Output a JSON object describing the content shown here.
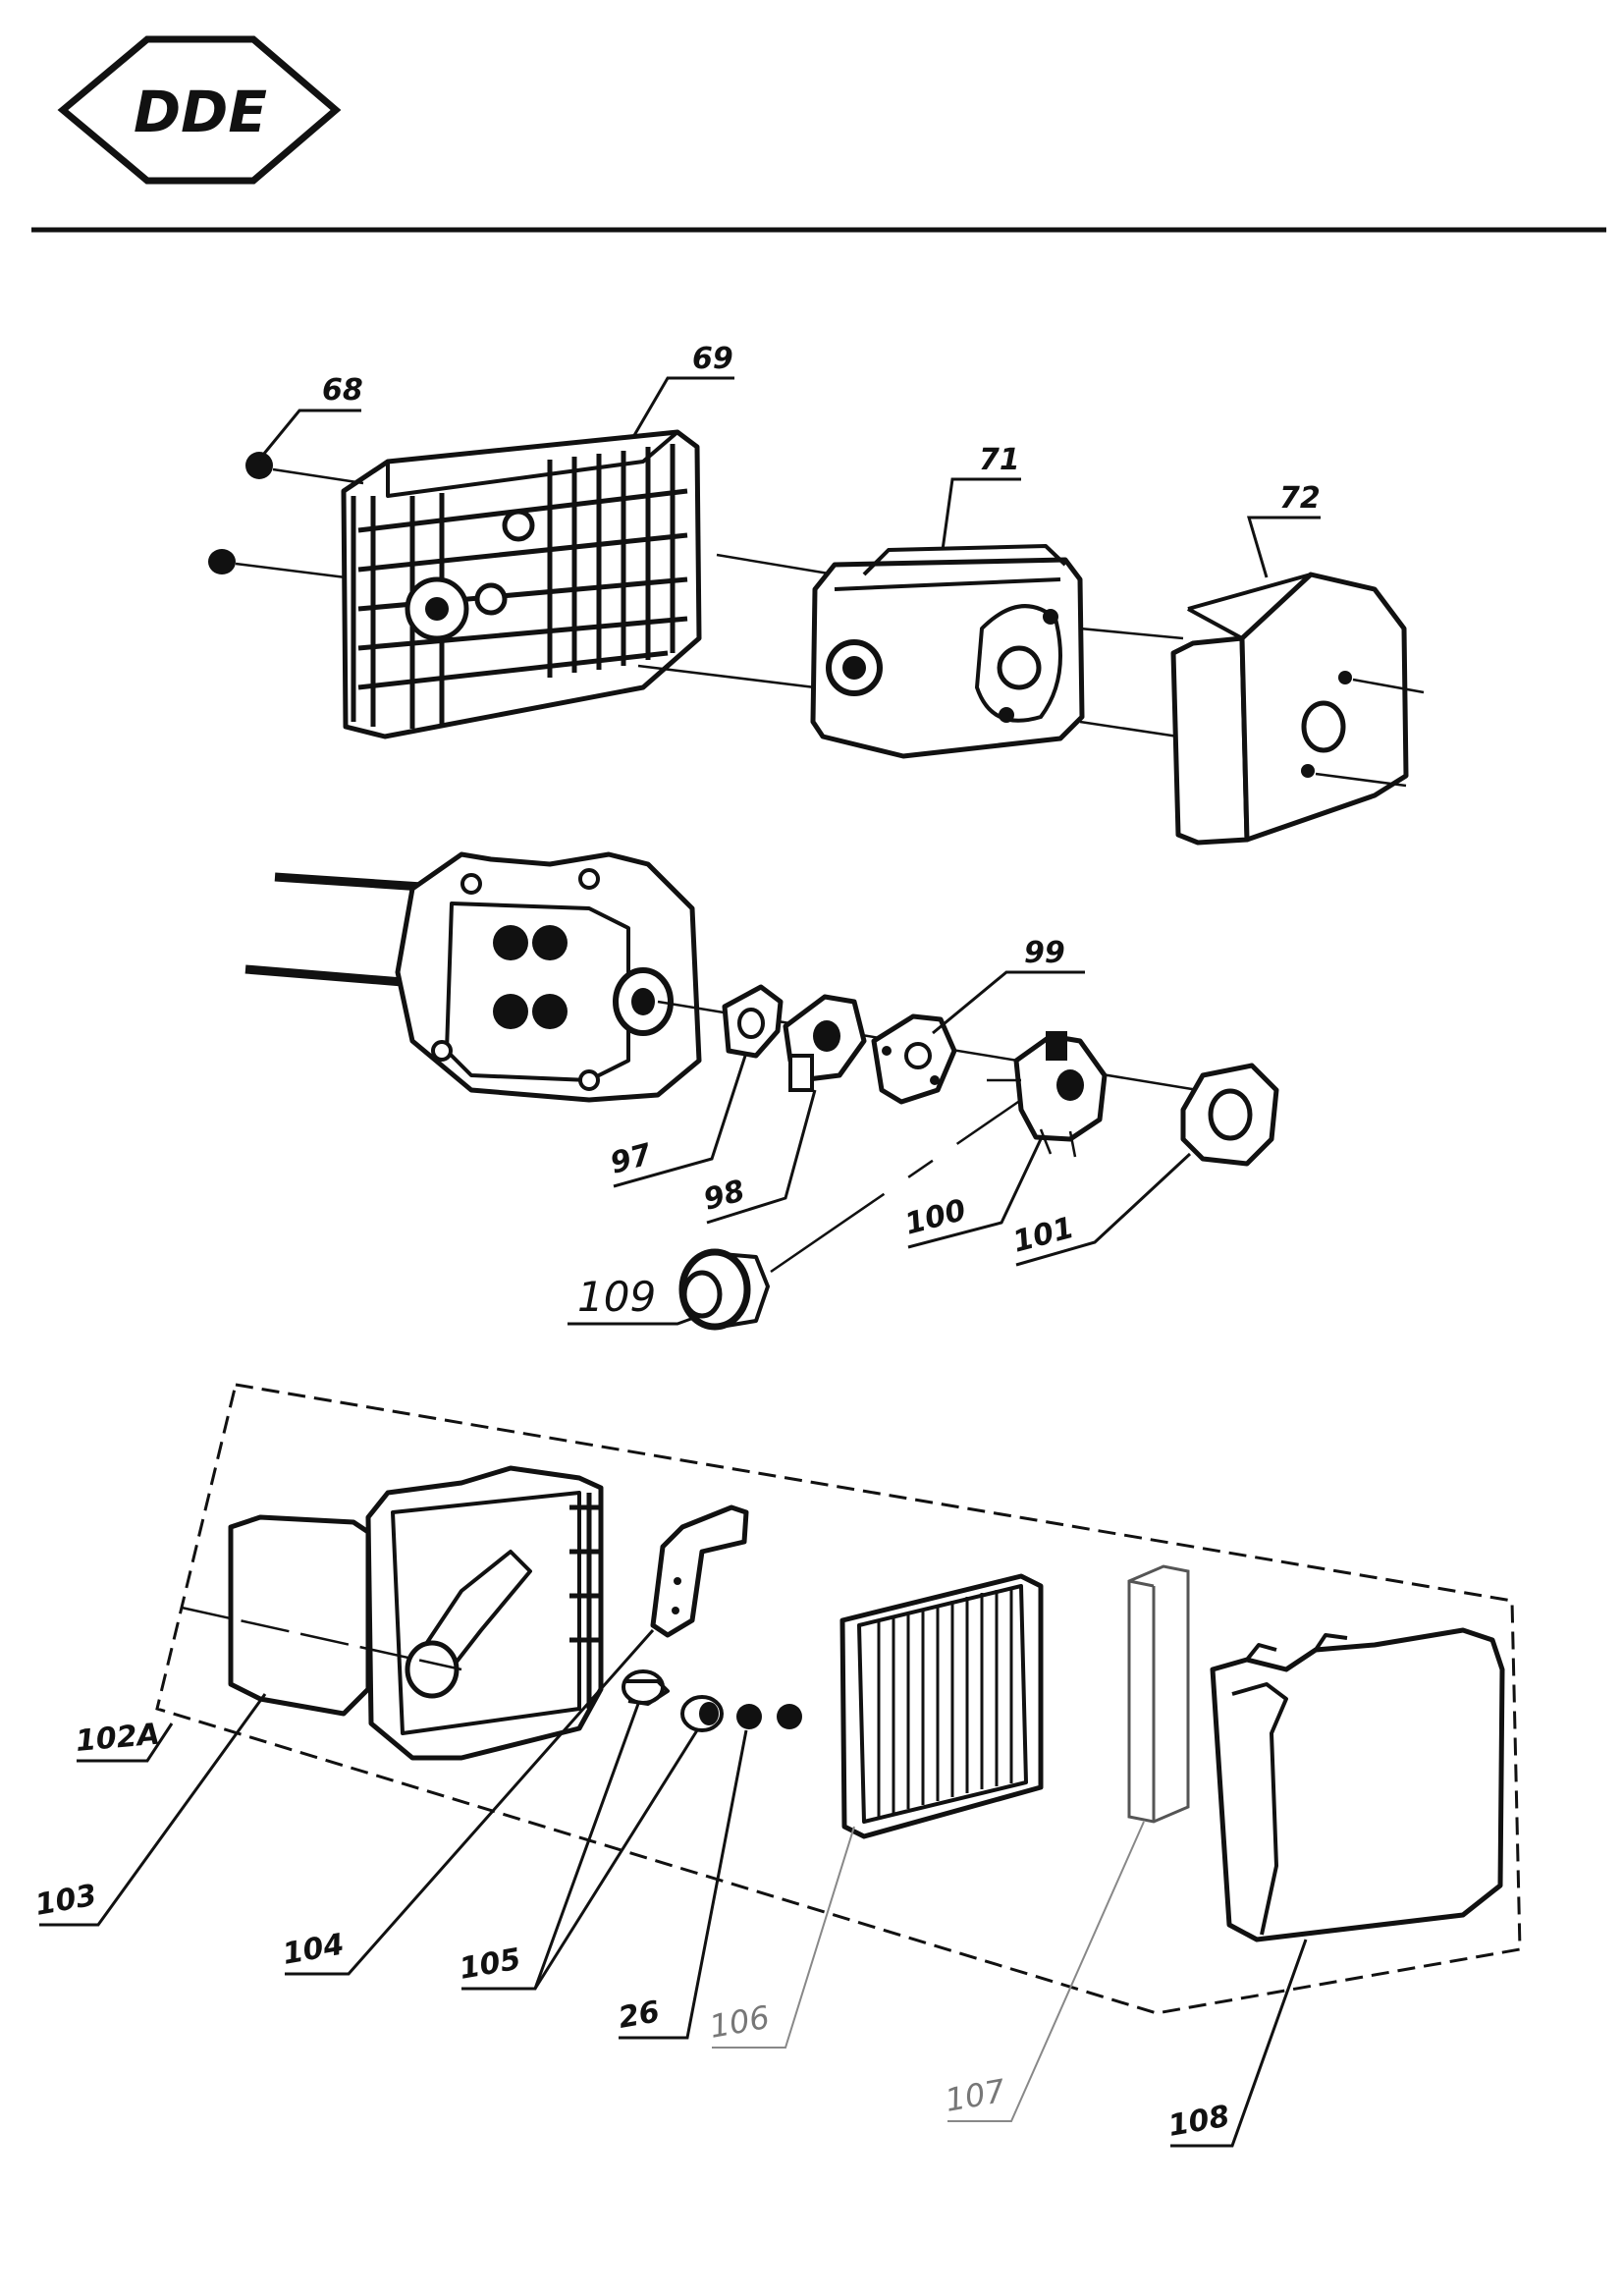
{
  "logo": {
    "text": "DDE"
  },
  "labels": {
    "p68": "68",
    "p69": "69",
    "p71": "71",
    "p72": "72",
    "p97": "97",
    "p98": "98",
    "p99": "99",
    "p100": "100",
    "p101": "101",
    "p109": "109",
    "p102a": "102A",
    "p103": "103",
    "p104": "104",
    "p105": "105",
    "p26": "26",
    "p106": "106",
    "p107": "107",
    "p108": "108"
  }
}
